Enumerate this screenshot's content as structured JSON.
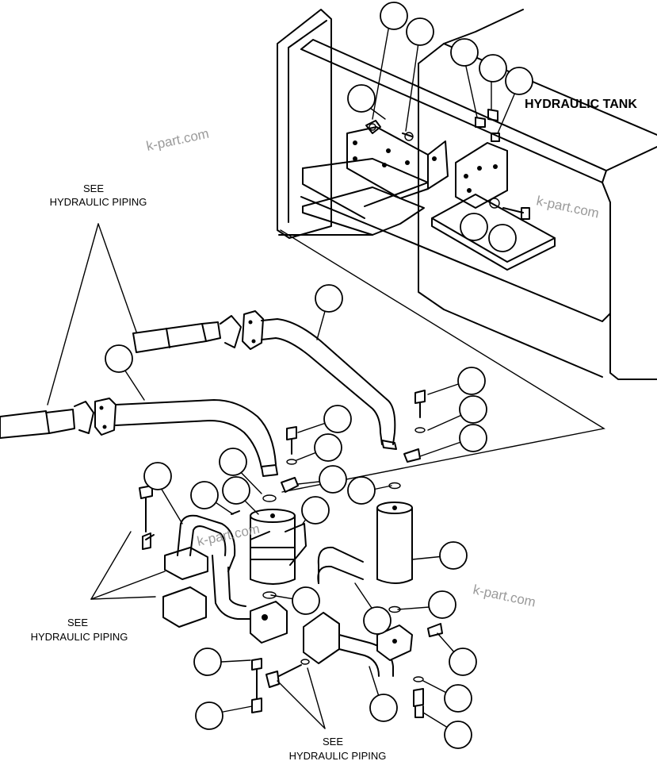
{
  "labels": {
    "hydraulic_tank": "HYDRAULIC TANK",
    "see": "SEE",
    "hydraulic_piping": "HYDRAULIC PIPING"
  },
  "watermark": "k-part.com",
  "colors": {
    "ink": "#000000",
    "paper": "#ffffff",
    "watermark": "#9a9a9a"
  }
}
